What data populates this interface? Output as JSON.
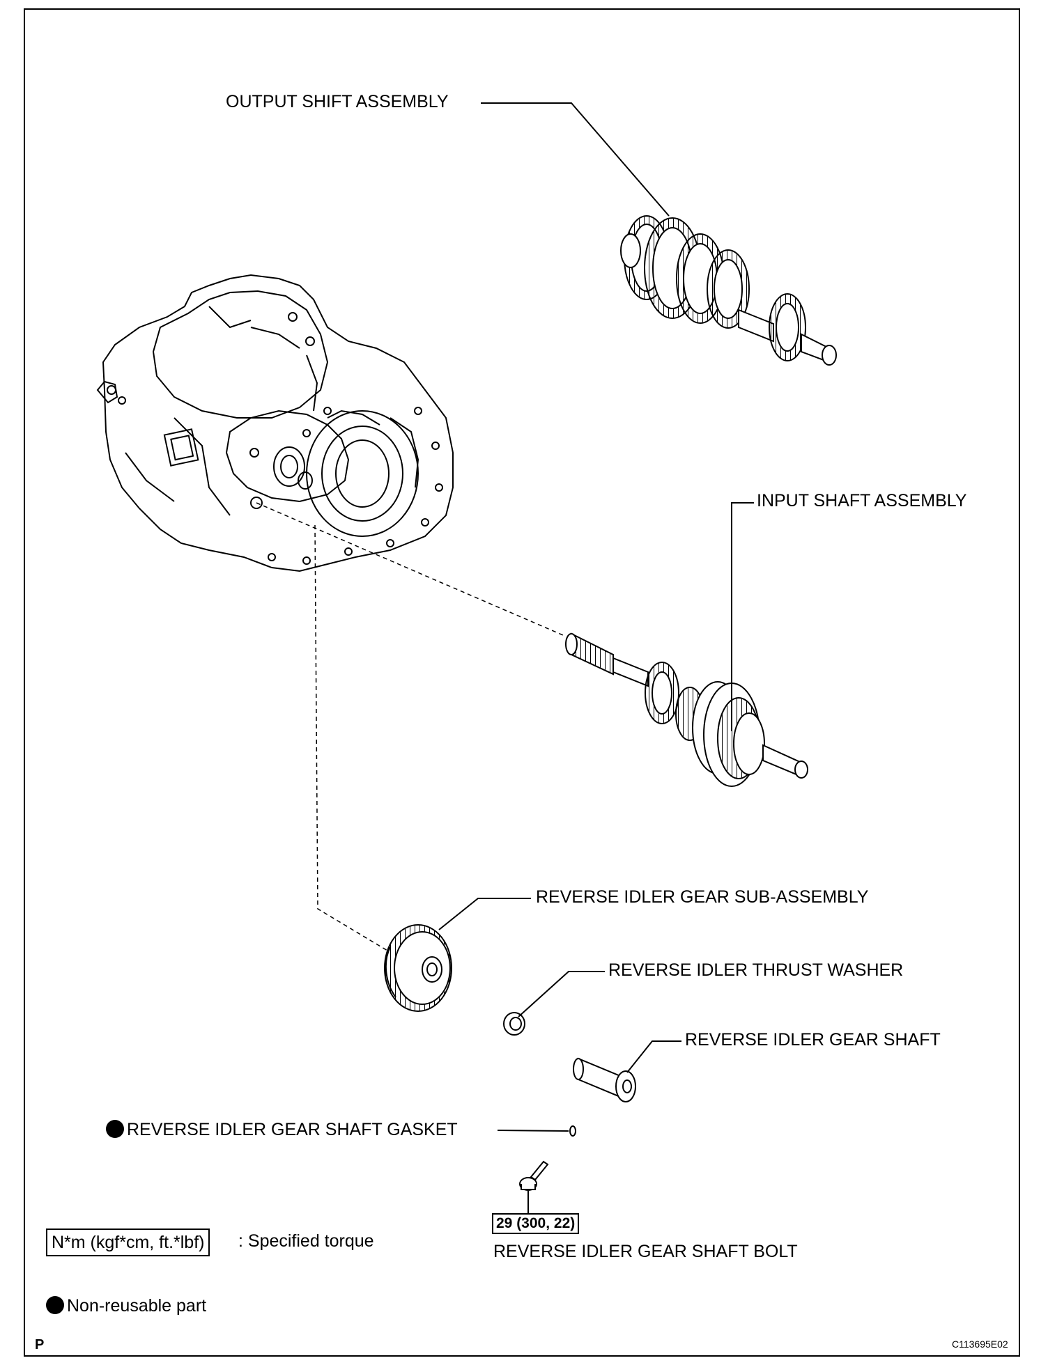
{
  "labels": {
    "output_shaft": "OUTPUT SHIFT ASSEMBLY",
    "input_shaft": "INPUT SHAFT ASSEMBLY",
    "idler_gear": "REVERSE IDLER GEAR SUB-ASSEMBLY",
    "thrust_washer": "REVERSE IDLER THRUST WASHER",
    "gear_shaft": "REVERSE IDLER GEAR SHAFT",
    "gasket": "REVERSE IDLER GEAR SHAFT GASKET",
    "bolt": "REVERSE IDLER GEAR SHAFT BOLT"
  },
  "torque": {
    "bolt_value": "29 (300, 22)"
  },
  "legend": {
    "torque_box": "N*m (kgf*cm, ft.*lbf)",
    "torque_desc": ": Specified torque",
    "non_reusable": "Non-reusable part"
  },
  "footer": {
    "left_mark": "P",
    "figure_code": "C113695E02"
  }
}
